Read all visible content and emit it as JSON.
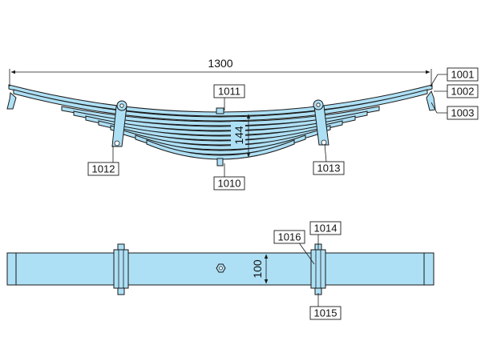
{
  "colors": {
    "part_fill": "#aee0f5",
    "outline": "#1a1a1a",
    "label_bg": "#ffffff"
  },
  "dimensions": {
    "overall_length": "1300",
    "stack_height": "144",
    "width": "100"
  },
  "part_labels": {
    "l1001": "1001",
    "l1002": "1002",
    "l1003": "1003",
    "l1010": "1010",
    "l1011": "1011",
    "l1012": "1012",
    "l1013": "1013",
    "l1014": "1014",
    "l1015": "1015",
    "l1016": "1016"
  }
}
